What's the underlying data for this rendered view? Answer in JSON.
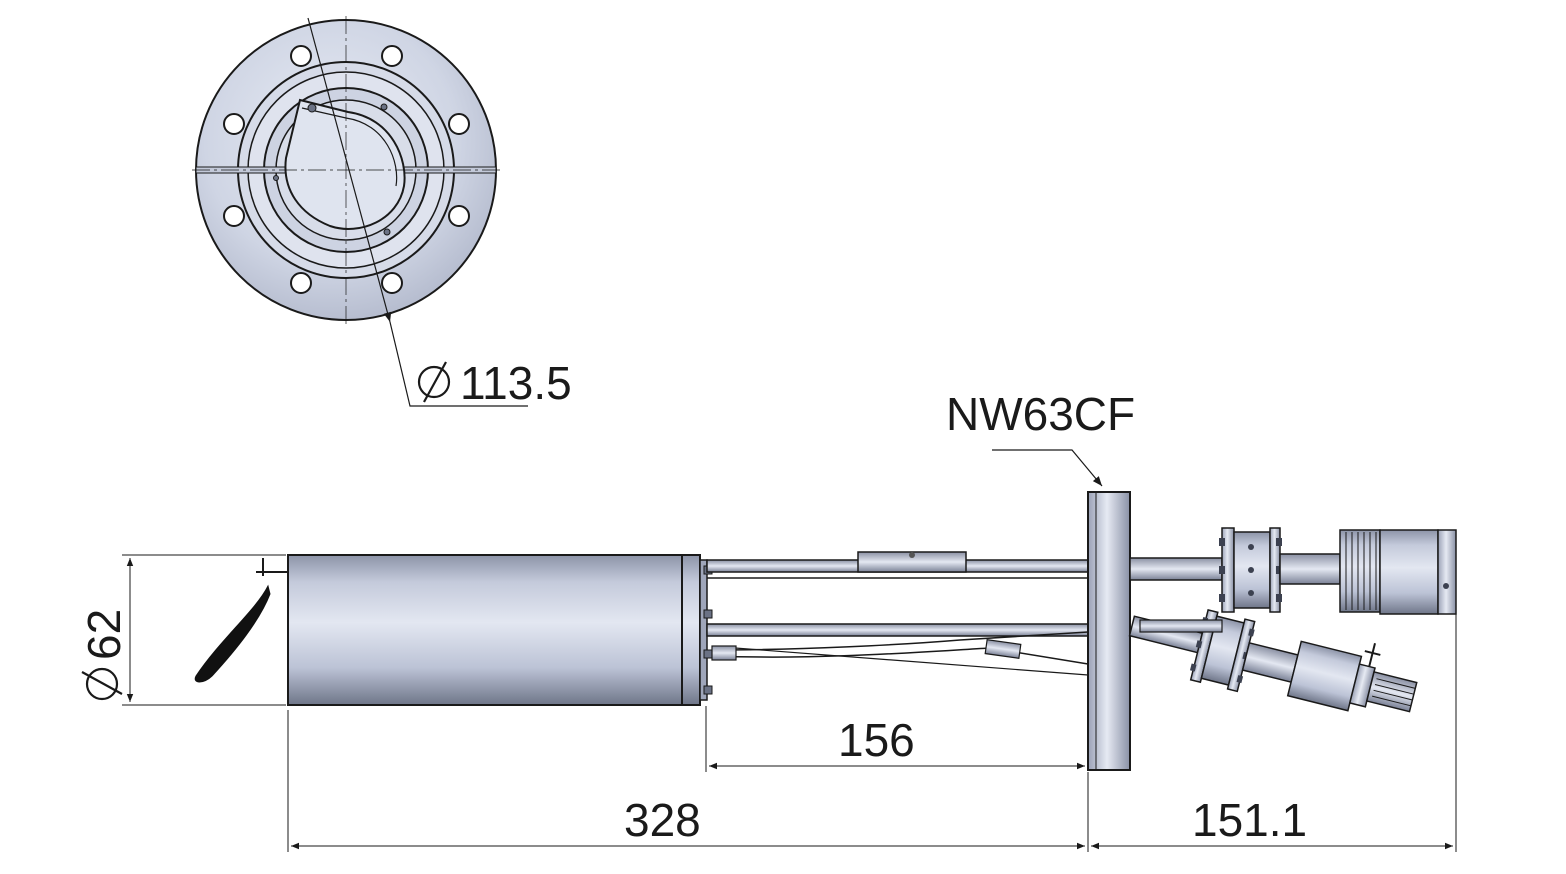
{
  "front_view": {
    "diameter_label": "113.5",
    "bolt_holes": 8
  },
  "side_view": {
    "flange_label": "NW63CF",
    "dimensions": {
      "body_diameter": "62",
      "chamber_to_flange": "156",
      "overall_to_flange": "328",
      "flange_to_end": "151.1"
    }
  },
  "colors": {
    "line": "#1a1a1a",
    "metal_light": "#dde2ee",
    "metal_mid": "#b9c0d4",
    "metal_dark": "#7a8196",
    "flap": "#111111"
  }
}
